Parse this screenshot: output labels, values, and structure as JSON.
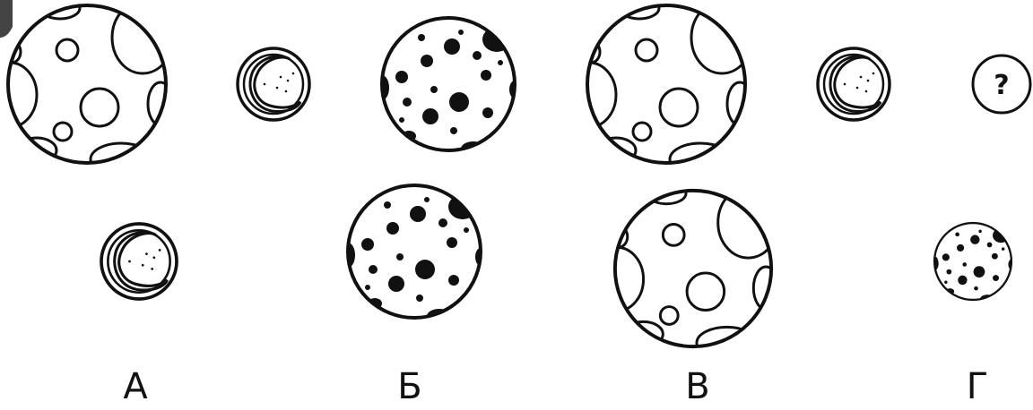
{
  "puzzle": {
    "question_mark": "?",
    "options": [
      {
        "id": "a",
        "label": "А",
        "shape": "small-circle-curl"
      },
      {
        "id": "b",
        "label": "Б",
        "shape": "medium-circle-black-spots"
      },
      {
        "id": "c",
        "label": "В",
        "shape": "large-circle-open-craters"
      },
      {
        "id": "d",
        "label": "Г",
        "shape": "small-circle-black-spots"
      }
    ],
    "sequence": [
      {
        "shape": "large-circle-open-craters"
      },
      {
        "shape": "small-circle-curl"
      },
      {
        "shape": "medium-circle-black-spots"
      },
      {
        "shape": "large-circle-open-craters"
      },
      {
        "shape": "small-circle-curl"
      },
      {
        "shape": "question-circle"
      }
    ]
  }
}
